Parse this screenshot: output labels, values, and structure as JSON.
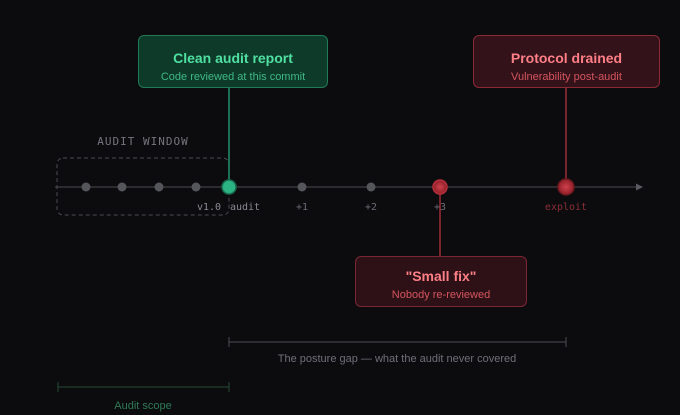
{
  "window_label": "AUDIT WINDOW",
  "ticks": {
    "v1": "v1.0",
    "audit": "audit",
    "p1": "+1",
    "p2": "+2",
    "p3": "+3",
    "exploit": "exploit"
  },
  "callouts": {
    "clean": {
      "title": "Clean audit report",
      "subtitle": "Code reviewed at this commit"
    },
    "drained": {
      "title": "Protocol drained",
      "subtitle": "Vulnerability post-audit"
    },
    "fix": {
      "title": "\"Small fix\"",
      "subtitle": "Nobody re-reviewed"
    }
  },
  "posture_gap_label": "The posture gap — what the audit never covered",
  "audit_scope_label": "Audit scope",
  "colors": {
    "background": "#0c0c0f",
    "green_accent": "#2bb383",
    "red_accent": "#d93a45",
    "muted_text": "#6f6f7a"
  }
}
